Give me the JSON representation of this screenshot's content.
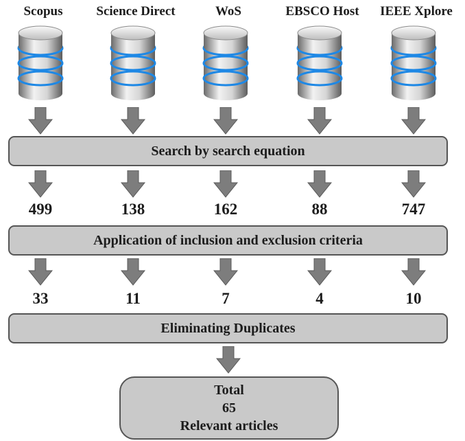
{
  "sources": [
    {
      "label": "Scopus"
    },
    {
      "label": "Science Direct"
    },
    {
      "label": "WoS"
    },
    {
      "label": "EBSCO Host"
    },
    {
      "label": "IEEE Xplore"
    }
  ],
  "steps": {
    "search": "Search by search equation",
    "criteria": "Application of inclusion and exclusion criteria",
    "duplicates": "Eliminating Duplicates"
  },
  "counts_after_search": [
    "499",
    "138",
    "162",
    "88",
    "747"
  ],
  "counts_after_criteria": [
    "33",
    "11",
    "7",
    "4",
    "10"
  ],
  "total": {
    "label": "Total",
    "value": "65",
    "caption": "Relevant articles"
  },
  "colors": {
    "box_fill": "#c9c9c9",
    "box_border": "#555555",
    "arrow": "#7d7d7d",
    "disk_ring": "#1e88e5",
    "text": "#1c1c1c"
  },
  "icons": {
    "source": "database-icon",
    "flow": "down-arrow-icon"
  }
}
